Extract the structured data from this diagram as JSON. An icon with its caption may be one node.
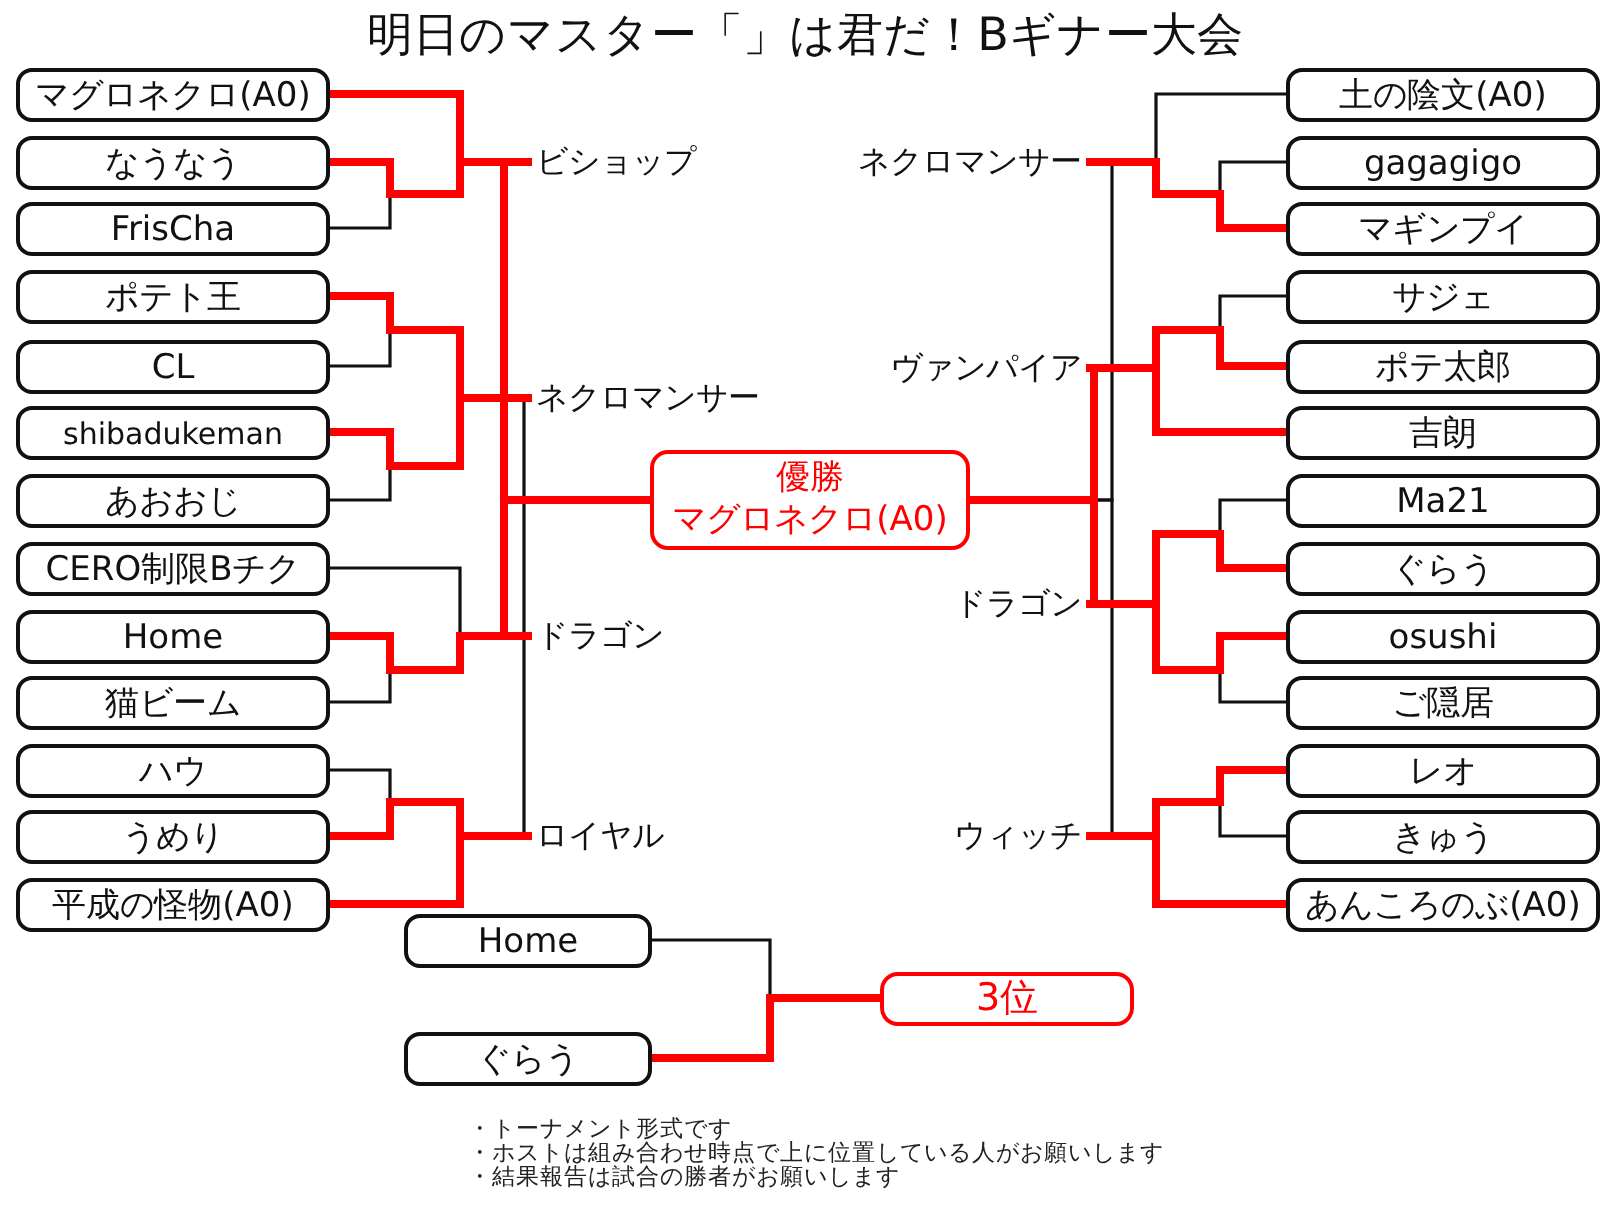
{
  "diagram": {
    "title": "明日のマスター「」は君だ！Bギナー大会",
    "nodes": [
      {
        "text": [
          "マグロネクロ(A0)"
        ]
      },
      {
        "text": [
          "なうなう"
        ]
      },
      {
        "text": [
          "FrisCha"
        ]
      },
      {
        "text": [
          "ポテト王"
        ]
      },
      {
        "text": [
          "CL"
        ]
      },
      {
        "text": [
          "shibadukeman"
        ]
      },
      {
        "text": [
          "あおおじ"
        ]
      },
      {
        "text": [
          "CERO制限Bチク"
        ]
      },
      {
        "text": [
          "Home"
        ]
      },
      {
        "text": [
          "猫ビーム"
        ]
      },
      {
        "text": [
          "ハウ"
        ]
      },
      {
        "text": [
          "うめり"
        ]
      },
      {
        "text": [
          "平成の怪物(A0)"
        ]
      },
      {
        "text": [
          "ビショップ"
        ]
      },
      {
        "text": [
          "ネクロマンサー"
        ]
      },
      {
        "text": [
          "ドラゴン"
        ]
      },
      {
        "text": [
          "ロイヤル"
        ]
      },
      {
        "text": [
          "優勝",
          "マグロネクロ(A0)"
        ]
      },
      {
        "text": [
          "ネクロマンサー"
        ]
      },
      {
        "text": [
          "ヴァンパイア"
        ]
      },
      {
        "text": [
          "ドラゴン"
        ]
      },
      {
        "text": [
          "ウィッチ"
        ]
      },
      {
        "text": [
          "土の陰文(A0)"
        ]
      },
      {
        "text": [
          "gagagigo"
        ]
      },
      {
        "text": [
          "マギンプイ"
        ]
      },
      {
        "text": [
          "サジェ"
        ]
      },
      {
        "text": [
          "ポテ太郎"
        ]
      },
      {
        "text": [
          "吉朗"
        ]
      },
      {
        "text": [
          "Ma21"
        ]
      },
      {
        "text": [
          "ぐらう"
        ]
      },
      {
        "text": [
          "osushi"
        ]
      },
      {
        "text": [
          "ご隠居"
        ]
      },
      {
        "text": [
          "レオ"
        ]
      },
      {
        "text": [
          "きゅう"
        ]
      },
      {
        "text": [
          "あんころのぶ(A0)"
        ]
      },
      {
        "text": [
          "Home"
        ]
      },
      {
        "text": [
          "ぐらう"
        ]
      },
      {
        "text": [
          "3位"
        ]
      }
    ],
    "edges": [
      {
        "from": 0,
        "to": 13,
        "arrow": "none"
      },
      {
        "from": 1,
        "to": 13,
        "arrow": "none"
      },
      {
        "from": 2,
        "to": 13,
        "arrow": "none",
        "color": "#111111"
      },
      {
        "from": 3,
        "to": 14,
        "arrow": "none"
      },
      {
        "from": 4,
        "to": 14,
        "arrow": "none",
        "color": "#111111"
      },
      {
        "from": 5,
        "to": 14,
        "arrow": "none"
      },
      {
        "from": 6,
        "to": 14,
        "arrow": "none",
        "color": "#111111"
      },
      {
        "from": 7,
        "to": 15,
        "arrow": "none",
        "color": "#111111"
      },
      {
        "from": 8,
        "to": 15,
        "arrow": "none"
      },
      {
        "from": 9,
        "to": 15,
        "arrow": "none",
        "color": "#111111"
      },
      {
        "from": 10,
        "to": 16,
        "arrow": "none",
        "color": "#111111"
      },
      {
        "from": 11,
        "to": 16,
        "arrow": "none"
      },
      {
        "from": 12,
        "to": 16,
        "arrow": "none"
      },
      {
        "from": 13,
        "to": 17,
        "arrow": "none"
      },
      {
        "from": 14,
        "to": 17,
        "arrow": "none",
        "color": "#111111"
      },
      {
        "from": 15,
        "to": 17,
        "arrow": "none"
      },
      {
        "from": 16,
        "to": 17,
        "arrow": "none",
        "color": "#111111"
      },
      {
        "from": 18,
        "to": 17,
        "arrow": "none",
        "color": "#111111"
      },
      {
        "from": 19,
        "to": 17,
        "arrow": "none"
      },
      {
        "from": 20,
        "to": 17,
        "arrow": "none"
      },
      {
        "from": 21,
        "to": 17,
        "arrow": "none",
        "color": "#111111"
      },
      {
        "from": 22,
        "to": 18,
        "arrow": "none",
        "color": "#111111"
      },
      {
        "from": 23,
        "to": 18,
        "arrow": "none",
        "color": "#111111"
      },
      {
        "from": 24,
        "to": 18,
        "arrow": "none"
      },
      {
        "from": 25,
        "to": 19,
        "arrow": "none",
        "color": "#111111"
      },
      {
        "from": 26,
        "to": 19,
        "arrow": "none"
      },
      {
        "from": 27,
        "to": 19,
        "arrow": "none"
      },
      {
        "from": 28,
        "to": 20,
        "arrow": "none",
        "color": "#111111"
      },
      {
        "from": 29,
        "to": 20,
        "arrow": "none"
      },
      {
        "from": 30,
        "to": 20,
        "arrow": "none"
      },
      {
        "from": 31,
        "to": 20,
        "arrow": "none",
        "color": "#111111"
      },
      {
        "from": 32,
        "to": 21,
        "arrow": "none"
      },
      {
        "from": 33,
        "to": 21,
        "arrow": "none",
        "color": "#111111"
      },
      {
        "from": 34,
        "to": 21,
        "arrow": "none"
      },
      {
        "from": 35,
        "to": 37,
        "arrow": "none",
        "color": "#111111"
      },
      {
        "from": 36,
        "to": 37,
        "arrow": "none"
      }
    ],
    "labels": [
      "・トーナメント形式です",
      "・ホストは組み合わせ時点で上に位置している人がお願いします",
      "・結果報告は試合の勝者がお願いします"
    ]
  }
}
